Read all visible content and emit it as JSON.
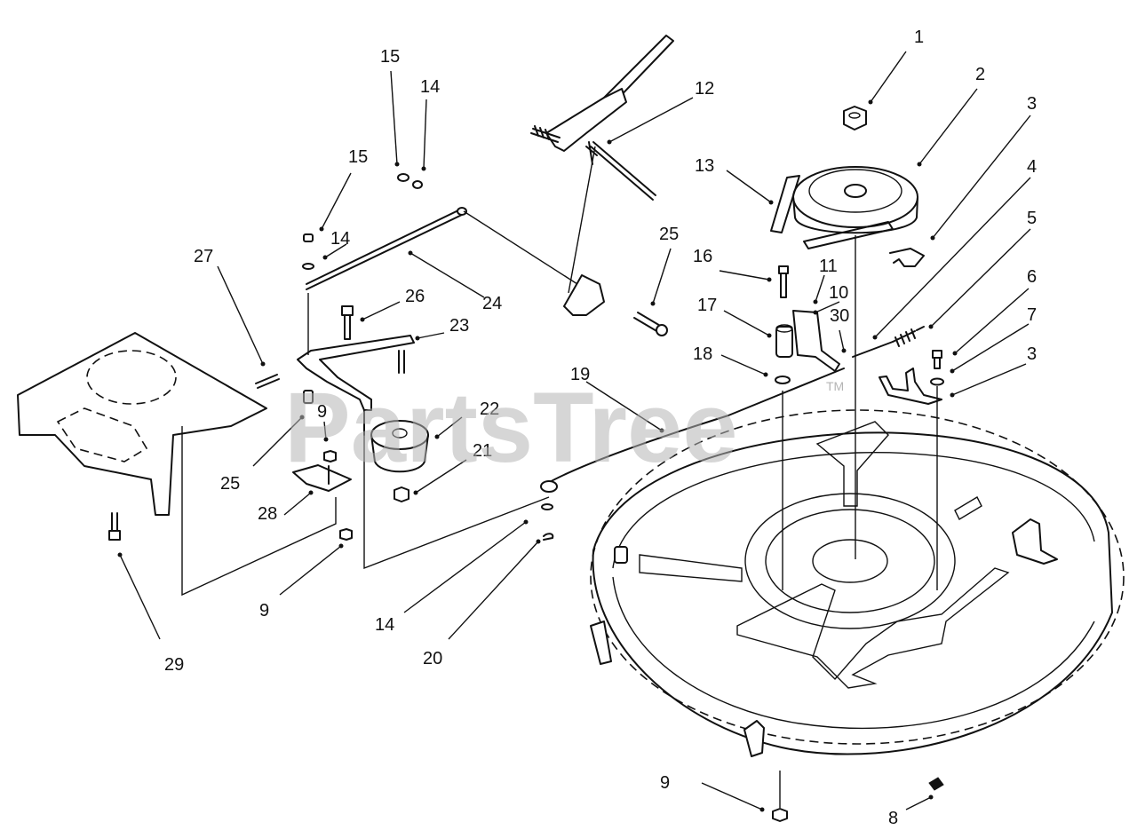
{
  "watermark": {
    "text": "PartsTree",
    "trademark": "TM"
  },
  "callouts": [
    {
      "id": "c1",
      "label": "1"
    },
    {
      "id": "c2",
      "label": "2"
    },
    {
      "id": "c3a",
      "label": "3"
    },
    {
      "id": "c4",
      "label": "4"
    },
    {
      "id": "c5",
      "label": "5"
    },
    {
      "id": "c6",
      "label": "6"
    },
    {
      "id": "c7",
      "label": "7"
    },
    {
      "id": "c3b",
      "label": "3"
    },
    {
      "id": "c8",
      "label": "8"
    },
    {
      "id": "c9a",
      "label": "9"
    },
    {
      "id": "c9b",
      "label": "9"
    },
    {
      "id": "c9c",
      "label": "9"
    },
    {
      "id": "c10",
      "label": "10"
    },
    {
      "id": "c11",
      "label": "11"
    },
    {
      "id": "c12",
      "label": "12"
    },
    {
      "id": "c13",
      "label": "13"
    },
    {
      "id": "c14a",
      "label": "14"
    },
    {
      "id": "c14b",
      "label": "14"
    },
    {
      "id": "c14c",
      "label": "14"
    },
    {
      "id": "c15a",
      "label": "15"
    },
    {
      "id": "c15b",
      "label": "15"
    },
    {
      "id": "c16",
      "label": "16"
    },
    {
      "id": "c17",
      "label": "17"
    },
    {
      "id": "c18",
      "label": "18"
    },
    {
      "id": "c19",
      "label": "19"
    },
    {
      "id": "c20",
      "label": "20"
    },
    {
      "id": "c21",
      "label": "21"
    },
    {
      "id": "c22",
      "label": "22"
    },
    {
      "id": "c23",
      "label": "23"
    },
    {
      "id": "c24",
      "label": "24"
    },
    {
      "id": "c25a",
      "label": "25"
    },
    {
      "id": "c25b",
      "label": "25"
    },
    {
      "id": "c26",
      "label": "26"
    },
    {
      "id": "c27",
      "label": "27"
    },
    {
      "id": "c28",
      "label": "28"
    },
    {
      "id": "c29",
      "label": "29"
    },
    {
      "id": "c30",
      "label": "30"
    }
  ]
}
